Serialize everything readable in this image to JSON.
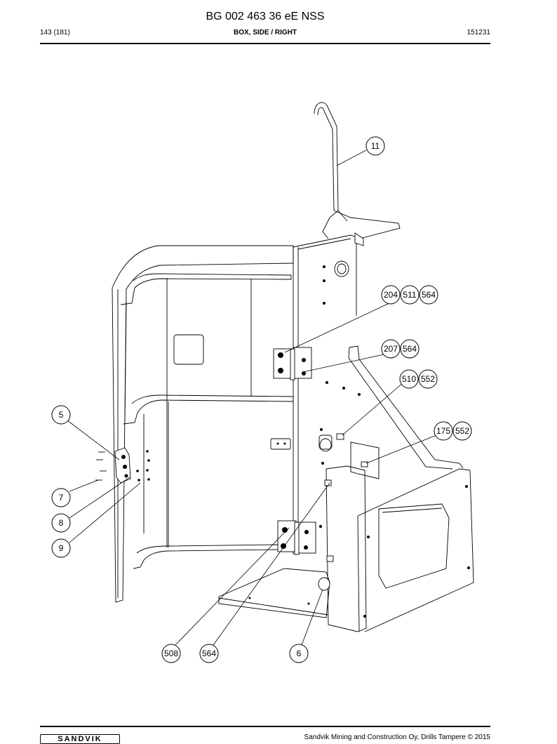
{
  "header": {
    "title": "BG 002 463 36 eE NSS",
    "page_ref": "143 (181)",
    "section": "BOX, SIDE / RIGHT",
    "date_code": "151231"
  },
  "footer": {
    "copyright": "Sandvik Mining and Construction Oy, Drills Tampere © 2015"
  },
  "callouts": {
    "c11": "11",
    "c204": "204",
    "c511": "511",
    "c564a": "564",
    "c207": "207",
    "c564b": "564",
    "c510": "510",
    "c552a": "552",
    "c175": "175",
    "c552b": "552",
    "c5": "5",
    "c7": "7",
    "c8": "8",
    "c9": "9",
    "c508": "508",
    "c564c": "564",
    "c6": "6"
  }
}
